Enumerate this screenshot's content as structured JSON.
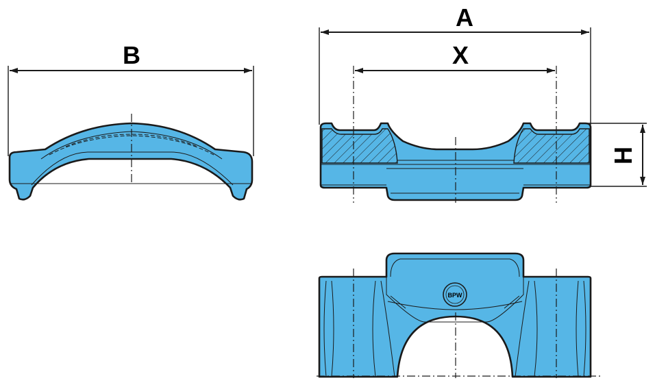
{
  "colors": {
    "part_fill": "#56b6e6",
    "part_fill_dark": "#3d9fd0",
    "outline": "#1a1a1a",
    "background": "#ffffff"
  },
  "dimensions": {
    "a_label": "A",
    "b_label": "B",
    "x_label": "X",
    "h_label": "H"
  },
  "logo": {
    "text": "BPW",
    "icon": "manufacturer-logo-icon"
  }
}
